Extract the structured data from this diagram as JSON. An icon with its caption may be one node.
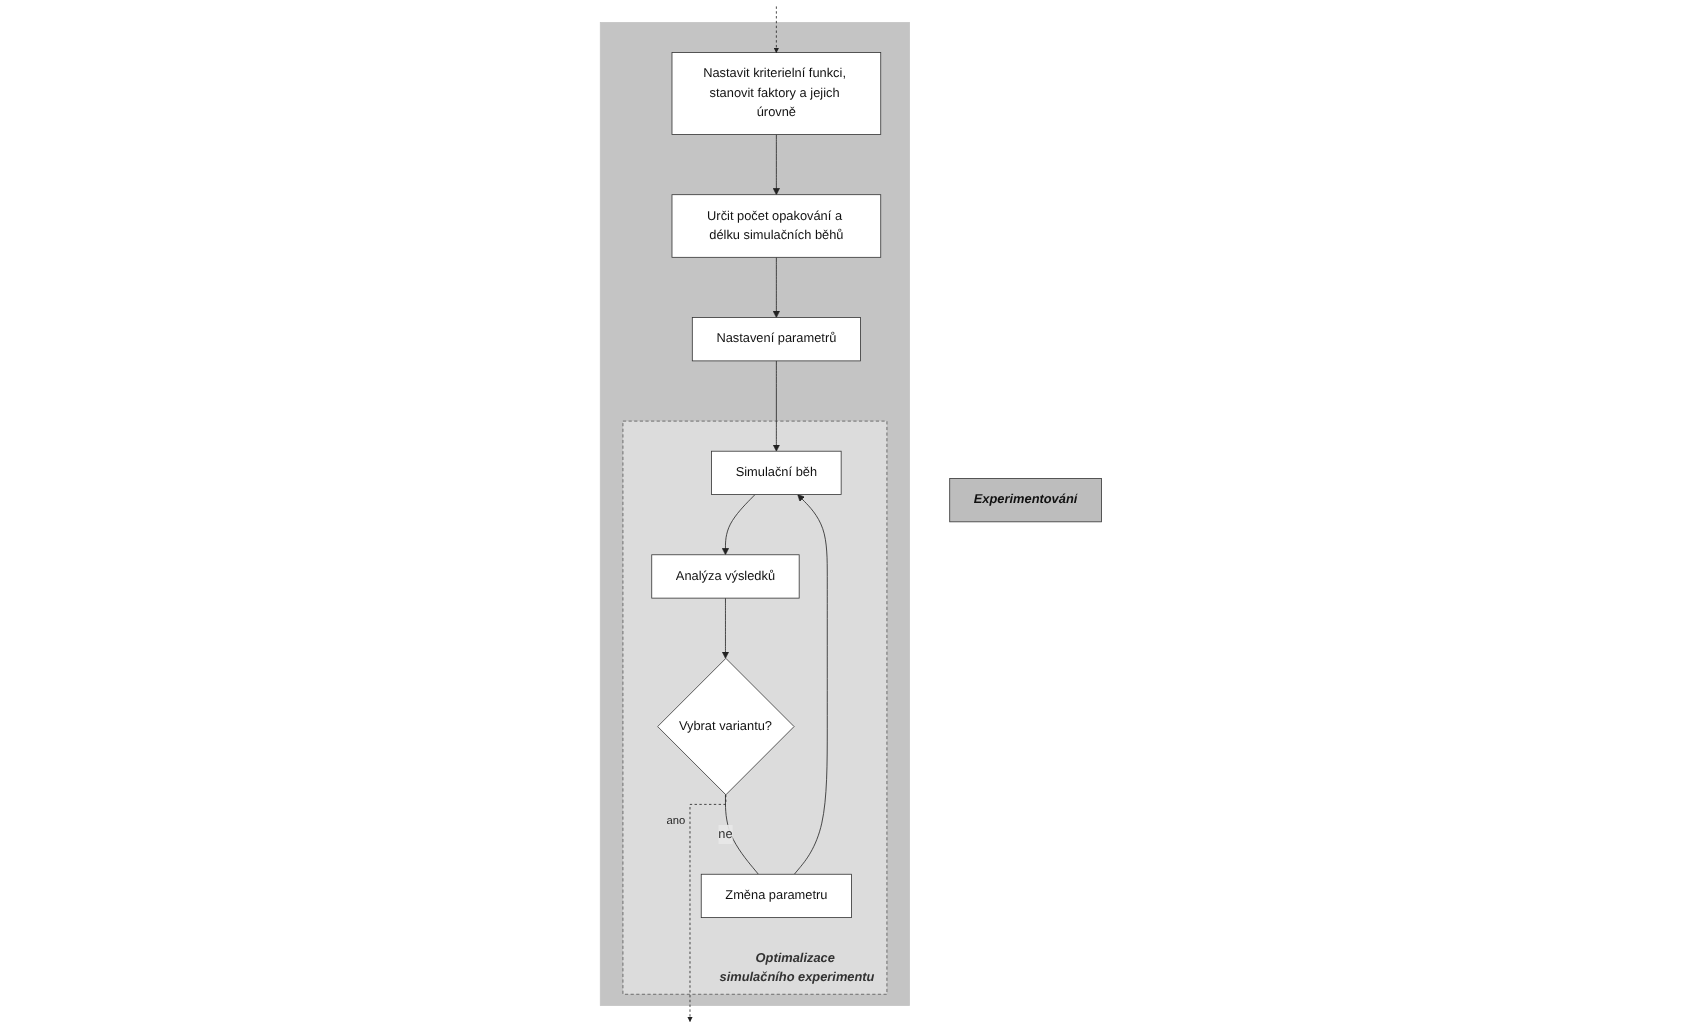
{
  "diagram": {
    "nodes": [
      {
        "text": [
          "Experimentování"
        ]
      },
      {
        "text": [],
        "shape": "box"
      },
      {
        "text": [
          "Nastavit kriterielní funkci, stanovit faktory a jejich úrovně"
        ],
        "in": 1
      },
      {
        "text": [
          "Určit počet opakování a délku simulačních běhů"
        ],
        "in": 1
      },
      {
        "text": [
          "Nastavení parametrů"
        ],
        "in": 1
      },
      {
        "text": [
          "Optimalizace simulačního experimentu"
        ],
        "in": 1
      },
      {
        "text": [
          "Simulační běh"
        ],
        "in": 5
      },
      {
        "text": [
          "Analýza výsledků"
        ],
        "in": 5
      },
      {
        "text": [
          "Vybrat variantu?"
        ],
        "in": 5
      },
      {
        "text": [
          "Změna parametru"
        ],
        "in": 5
      }
    ],
    "edges": [
      {
        "from": null,
        "to": 2,
        "arrow": "to",
        "style": "dashed"
      },
      {
        "from": 2,
        "to": 3,
        "arrow": "to"
      },
      {
        "from": 3,
        "to": 4,
        "arrow": "to"
      },
      {
        "from": 4,
        "to": 6,
        "arrow": "to"
      },
      {
        "from": 6,
        "to": 7,
        "arrow": "to"
      },
      {
        "from": 7,
        "to": 8,
        "arrow": "to"
      },
      {
        "from": 8,
        "to": 9,
        "arrow": "none",
        "label": "ne"
      },
      {
        "from": 9,
        "to": 6,
        "arrow": "to"
      },
      {
        "from": 8,
        "to": null,
        "arrow": "to",
        "style": "dashed",
        "label": "ano"
      }
    ]
  }
}
